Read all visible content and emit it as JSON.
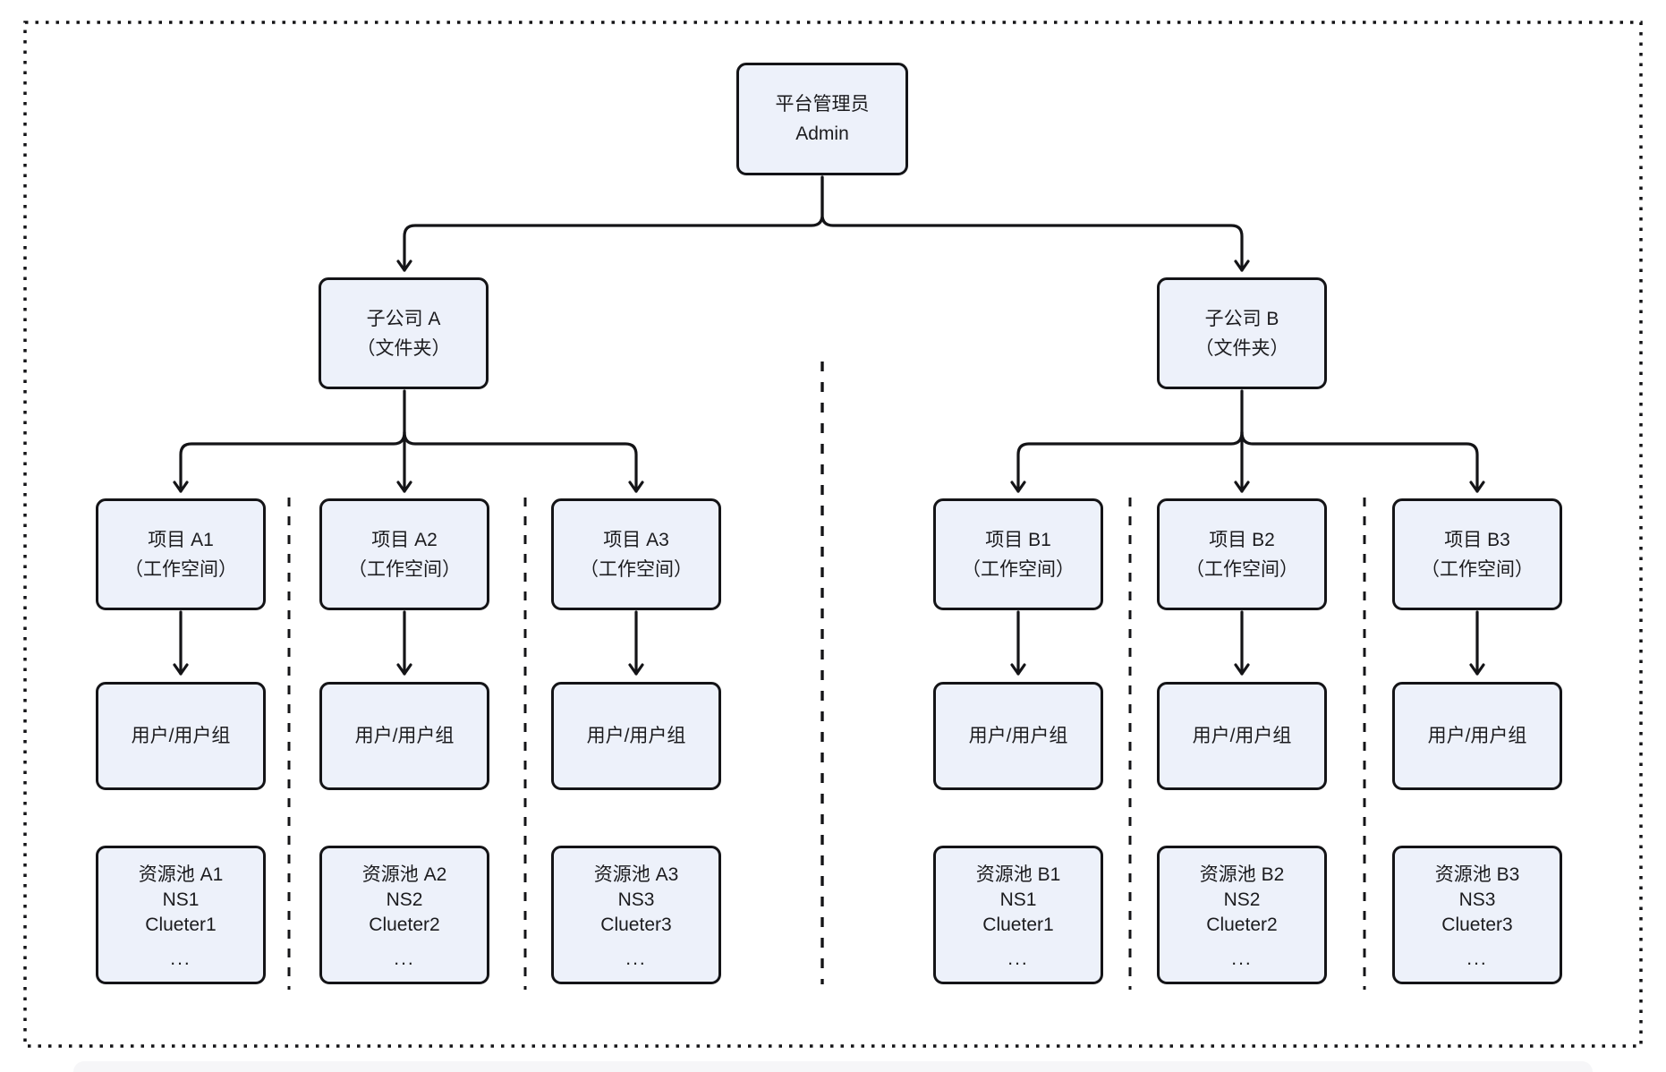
{
  "colors": {
    "background": "#ffffff",
    "box_fill": "#edf1fa",
    "box_border": "#141417",
    "line": "#141417",
    "text": "#1b1b1e"
  },
  "diagram": {
    "admin": {
      "line1": "平台管理员",
      "line2": "Admin"
    },
    "groups": [
      {
        "folder": {
          "line1": "子公司 A",
          "line2": "（文件夹）"
        },
        "projects": [
          {
            "line1": "项目 A1",
            "line2": "（工作空间）"
          },
          {
            "line1": "项目 A2",
            "line2": "（工作空间）"
          },
          {
            "line1": "项目 A3",
            "line2": "（工作空间）"
          }
        ],
        "users": [
          "用户/用户组",
          "用户/用户组",
          "用户/用户组"
        ],
        "pools": [
          {
            "line1": "资源池 A1",
            "line2": "NS1",
            "line3": "Clueter1",
            "line4": "..."
          },
          {
            "line1": "资源池 A2",
            "line2": "NS2",
            "line3": "Clueter2",
            "line4": "..."
          },
          {
            "line1": "资源池 A3",
            "line2": "NS3",
            "line3": "Clueter3",
            "line4": "..."
          }
        ]
      },
      {
        "folder": {
          "line1": "子公司 B",
          "line2": "（文件夹）"
        },
        "projects": [
          {
            "line1": "项目 B1",
            "line2": "（工作空间）"
          },
          {
            "line1": "项目 B2",
            "line2": "（工作空间）"
          },
          {
            "line1": "项目 B3",
            "line2": "（工作空间）"
          }
        ],
        "users": [
          "用户/用户组",
          "用户/用户组",
          "用户/用户组"
        ],
        "pools": [
          {
            "line1": "资源池 B1",
            "line2": "NS1",
            "line3": "Clueter1",
            "line4": "..."
          },
          {
            "line1": "资源池 B2",
            "line2": "NS2",
            "line3": "Clueter2",
            "line4": "..."
          },
          {
            "line1": "资源池 B3",
            "line2": "NS3",
            "line3": "Clueter3",
            "line4": "..."
          }
        ]
      }
    ]
  }
}
